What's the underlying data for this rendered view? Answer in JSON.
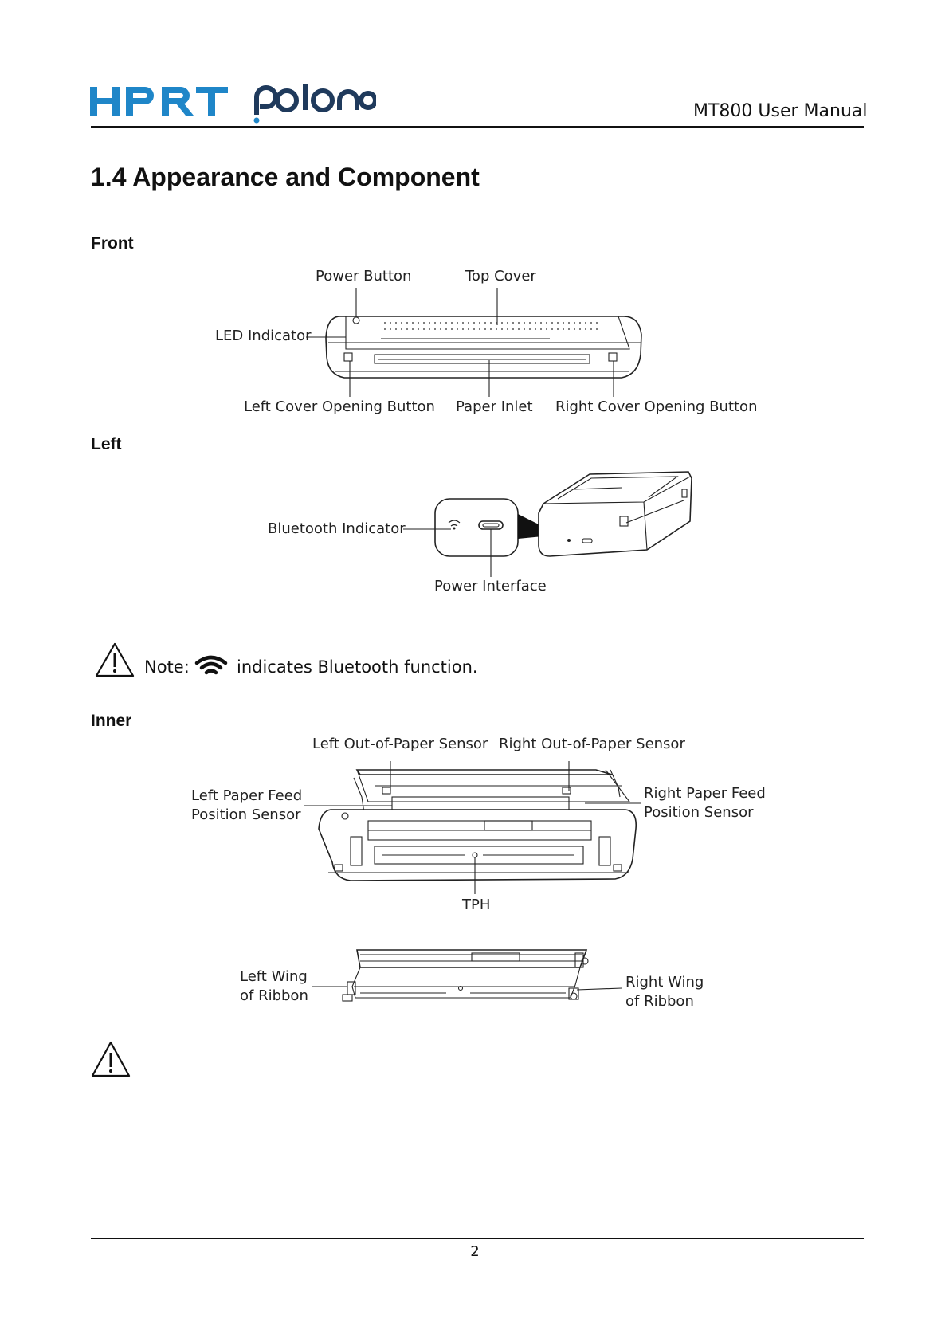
{
  "header": {
    "brand_primary": "HPRT",
    "brand_secondary": "polono",
    "manual_title": "MT800 User Manual",
    "brand_color": "#1f86c8"
  },
  "page_title": "1.4 Appearance and Component",
  "sections": {
    "front": {
      "heading": "Front",
      "labels": {
        "power_button": "Power Button",
        "top_cover": "Top Cover",
        "led_indicator": "LED Indicator",
        "left_cover_opening_button": "Left Cover Opening Button",
        "paper_inlet": "Paper Inlet",
        "right_cover_opening_button": "Right Cover Opening Button"
      }
    },
    "left": {
      "heading": "Left",
      "labels": {
        "bluetooth_indicator": "Bluetooth Indicator",
        "power_interface": "Power Interface"
      }
    },
    "note": {
      "prefix": "Note:",
      "text": "indicates Bluetooth function."
    },
    "inner": {
      "heading": "Inner",
      "labels": {
        "left_out_of_paper_sensor": "Left Out-of-Paper Sensor",
        "right_out_of_paper_sensor": "Right Out-of-Paper Sensor",
        "left_paper_feed_line1": "Left Paper Feed",
        "left_paper_feed_line2": "Position Sensor",
        "right_paper_feed_line1": "Right Paper Feed",
        "right_paper_feed_line2": "Position Sensor",
        "tph": "TPH",
        "left_wing_line1": "Left Wing",
        "left_wing_line2": "of Ribbon",
        "right_wing_line1": "Right Wing",
        "right_wing_line2": "of Ribbon"
      }
    }
  },
  "footer": {
    "page_number": "2"
  }
}
